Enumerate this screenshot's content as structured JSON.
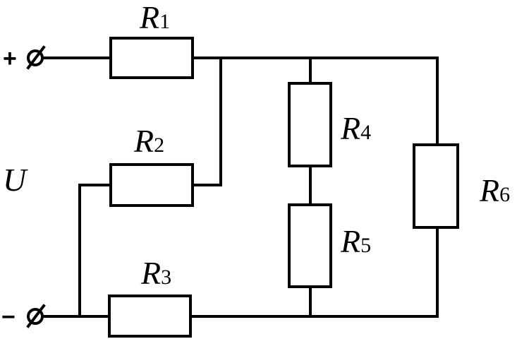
{
  "resistors": [
    {
      "id": "R1",
      "letter": "R",
      "sub": "1"
    },
    {
      "id": "R2",
      "letter": "R",
      "sub": "2"
    },
    {
      "id": "R3",
      "letter": "R",
      "sub": "3"
    },
    {
      "id": "R4",
      "letter": "R",
      "sub": "4"
    },
    {
      "id": "R5",
      "letter": "R",
      "sub": "5"
    },
    {
      "id": "R6",
      "letter": "R",
      "sub": "6"
    }
  ],
  "terminals": {
    "plus": "+",
    "minus": "−"
  },
  "voltage_label": "U"
}
